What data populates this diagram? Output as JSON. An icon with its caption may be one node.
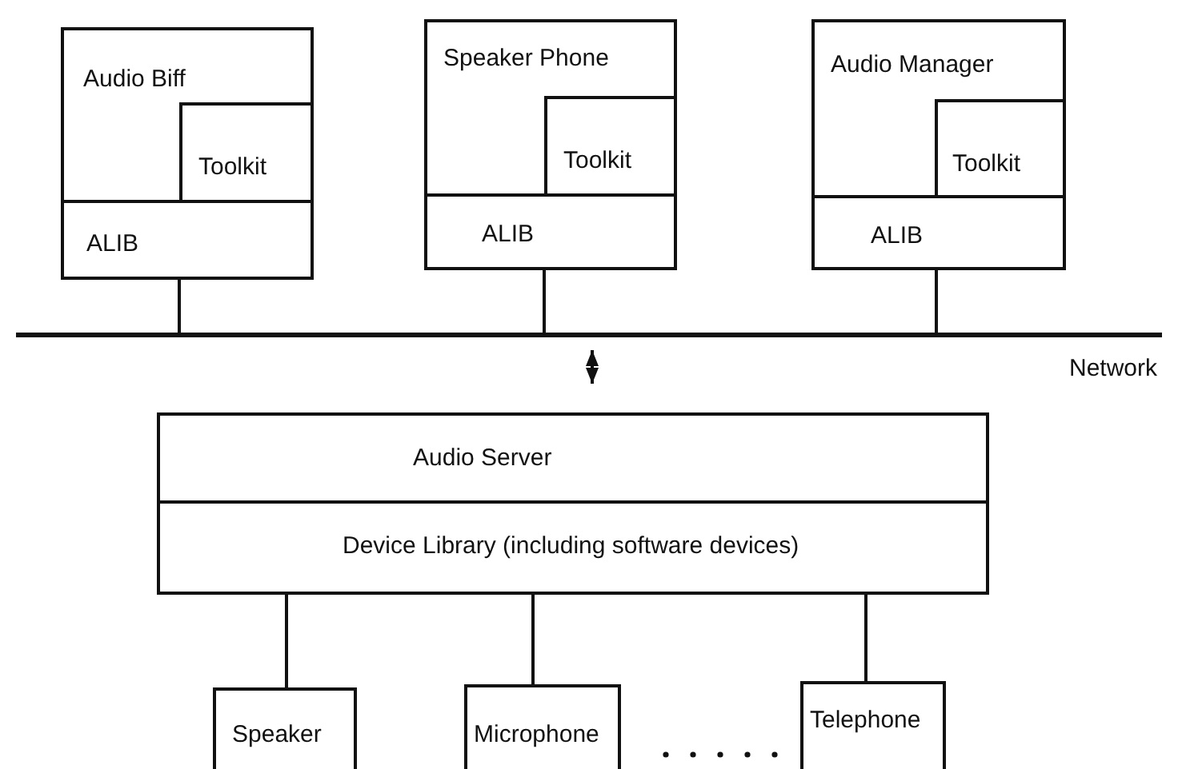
{
  "diagram": {
    "nodes": [
      {
        "text": [
          "Audio Biff"
        ]
      },
      {
        "text": [
          "Toolkit"
        ],
        "in": 0
      },
      {
        "text": [
          "ALIB"
        ],
        "in": 0
      },
      {
        "text": [
          "Speaker Phone"
        ]
      },
      {
        "text": [
          "Toolkit"
        ],
        "in": 3
      },
      {
        "text": [
          "ALIB"
        ],
        "in": 3
      },
      {
        "text": [
          "Audio Manager"
        ]
      },
      {
        "text": [
          "Toolkit"
        ],
        "in": 6
      },
      {
        "text": [
          "ALIB"
        ],
        "in": 6
      },
      {
        "text": [],
        "shape": "bar",
        "beside": [
          "Network"
        ]
      },
      {
        "text": [
          "Audio Server"
        ]
      },
      {
        "text": [
          "Device Library (including software devices)"
        ]
      },
      {
        "text": [
          "Speaker"
        ]
      },
      {
        "text": [
          "Microphone"
        ]
      },
      {
        "text": [
          "Telephone"
        ]
      }
    ],
    "edges": [
      {
        "from": 2,
        "to": 9,
        "arrow": "none"
      },
      {
        "from": 5,
        "to": 9,
        "arrow": "none"
      },
      {
        "from": 8,
        "to": 9,
        "arrow": "none"
      },
      {
        "from": 9,
        "to": 10,
        "arrow": "both"
      },
      {
        "from": 11,
        "to": 12,
        "arrow": "none"
      },
      {
        "from": 11,
        "to": 13,
        "arrow": "none"
      },
      {
        "from": 11,
        "to": 14,
        "arrow": "none"
      }
    ]
  }
}
